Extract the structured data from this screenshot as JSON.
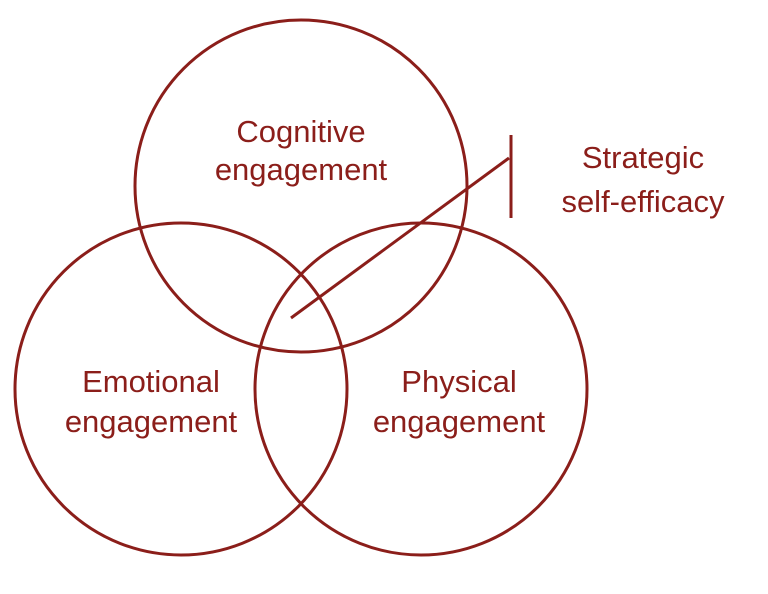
{
  "colors": {
    "accent": "#8b1e1a",
    "background": "#ffffff"
  },
  "circles": {
    "cognitive": {
      "line1": "Cognitive",
      "line2": "engagement"
    },
    "emotional": {
      "line1": "Emotional",
      "line2": "engagement"
    },
    "physical": {
      "line1": "Physical",
      "line2": "engagement"
    }
  },
  "callout": {
    "line1": "Strategic",
    "line2": "self-efficacy"
  }
}
